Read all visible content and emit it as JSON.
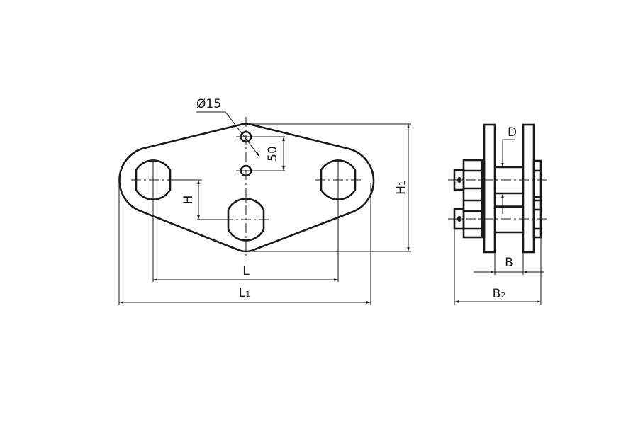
{
  "front_view": {
    "hole_diameter_label": "Ø15",
    "hole_spacing_label": "50",
    "height_offset_label": "H",
    "overall_height_label": "H",
    "overall_height_sub": "1",
    "hole_pitch_label": "L",
    "overall_length_label": "L",
    "overall_length_sub": "1"
  },
  "side_view": {
    "pin_diameter_label": "D",
    "inner_width_label": "B",
    "overall_width_label": "B",
    "overall_width_sub": "2"
  }
}
